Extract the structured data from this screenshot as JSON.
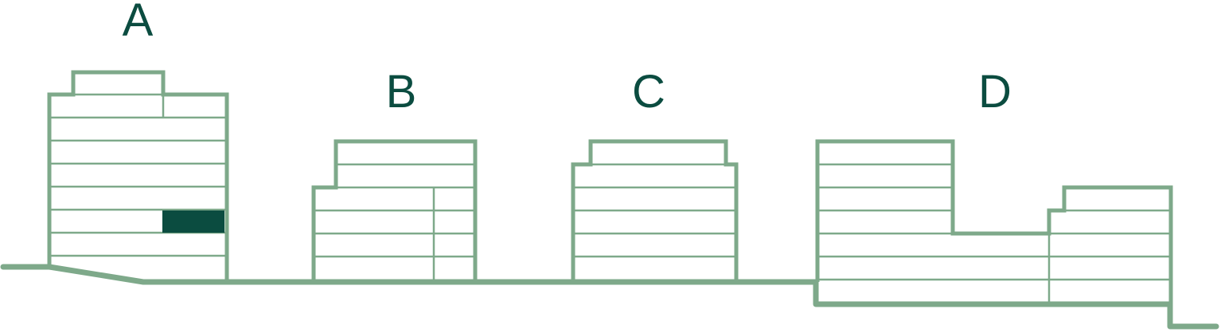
{
  "colors": {
    "outline": "#7ea98a",
    "label": "#0b4c40",
    "highlight": "#0b4c40",
    "background": "#ffffff"
  },
  "buildings": [
    {
      "id": "a",
      "label": "A",
      "highlighted_unit": true
    },
    {
      "id": "b",
      "label": "B",
      "highlighted_unit": false
    },
    {
      "id": "c",
      "label": "C",
      "highlighted_unit": false
    },
    {
      "id": "d",
      "label": "D",
      "highlighted_unit": false
    }
  ]
}
